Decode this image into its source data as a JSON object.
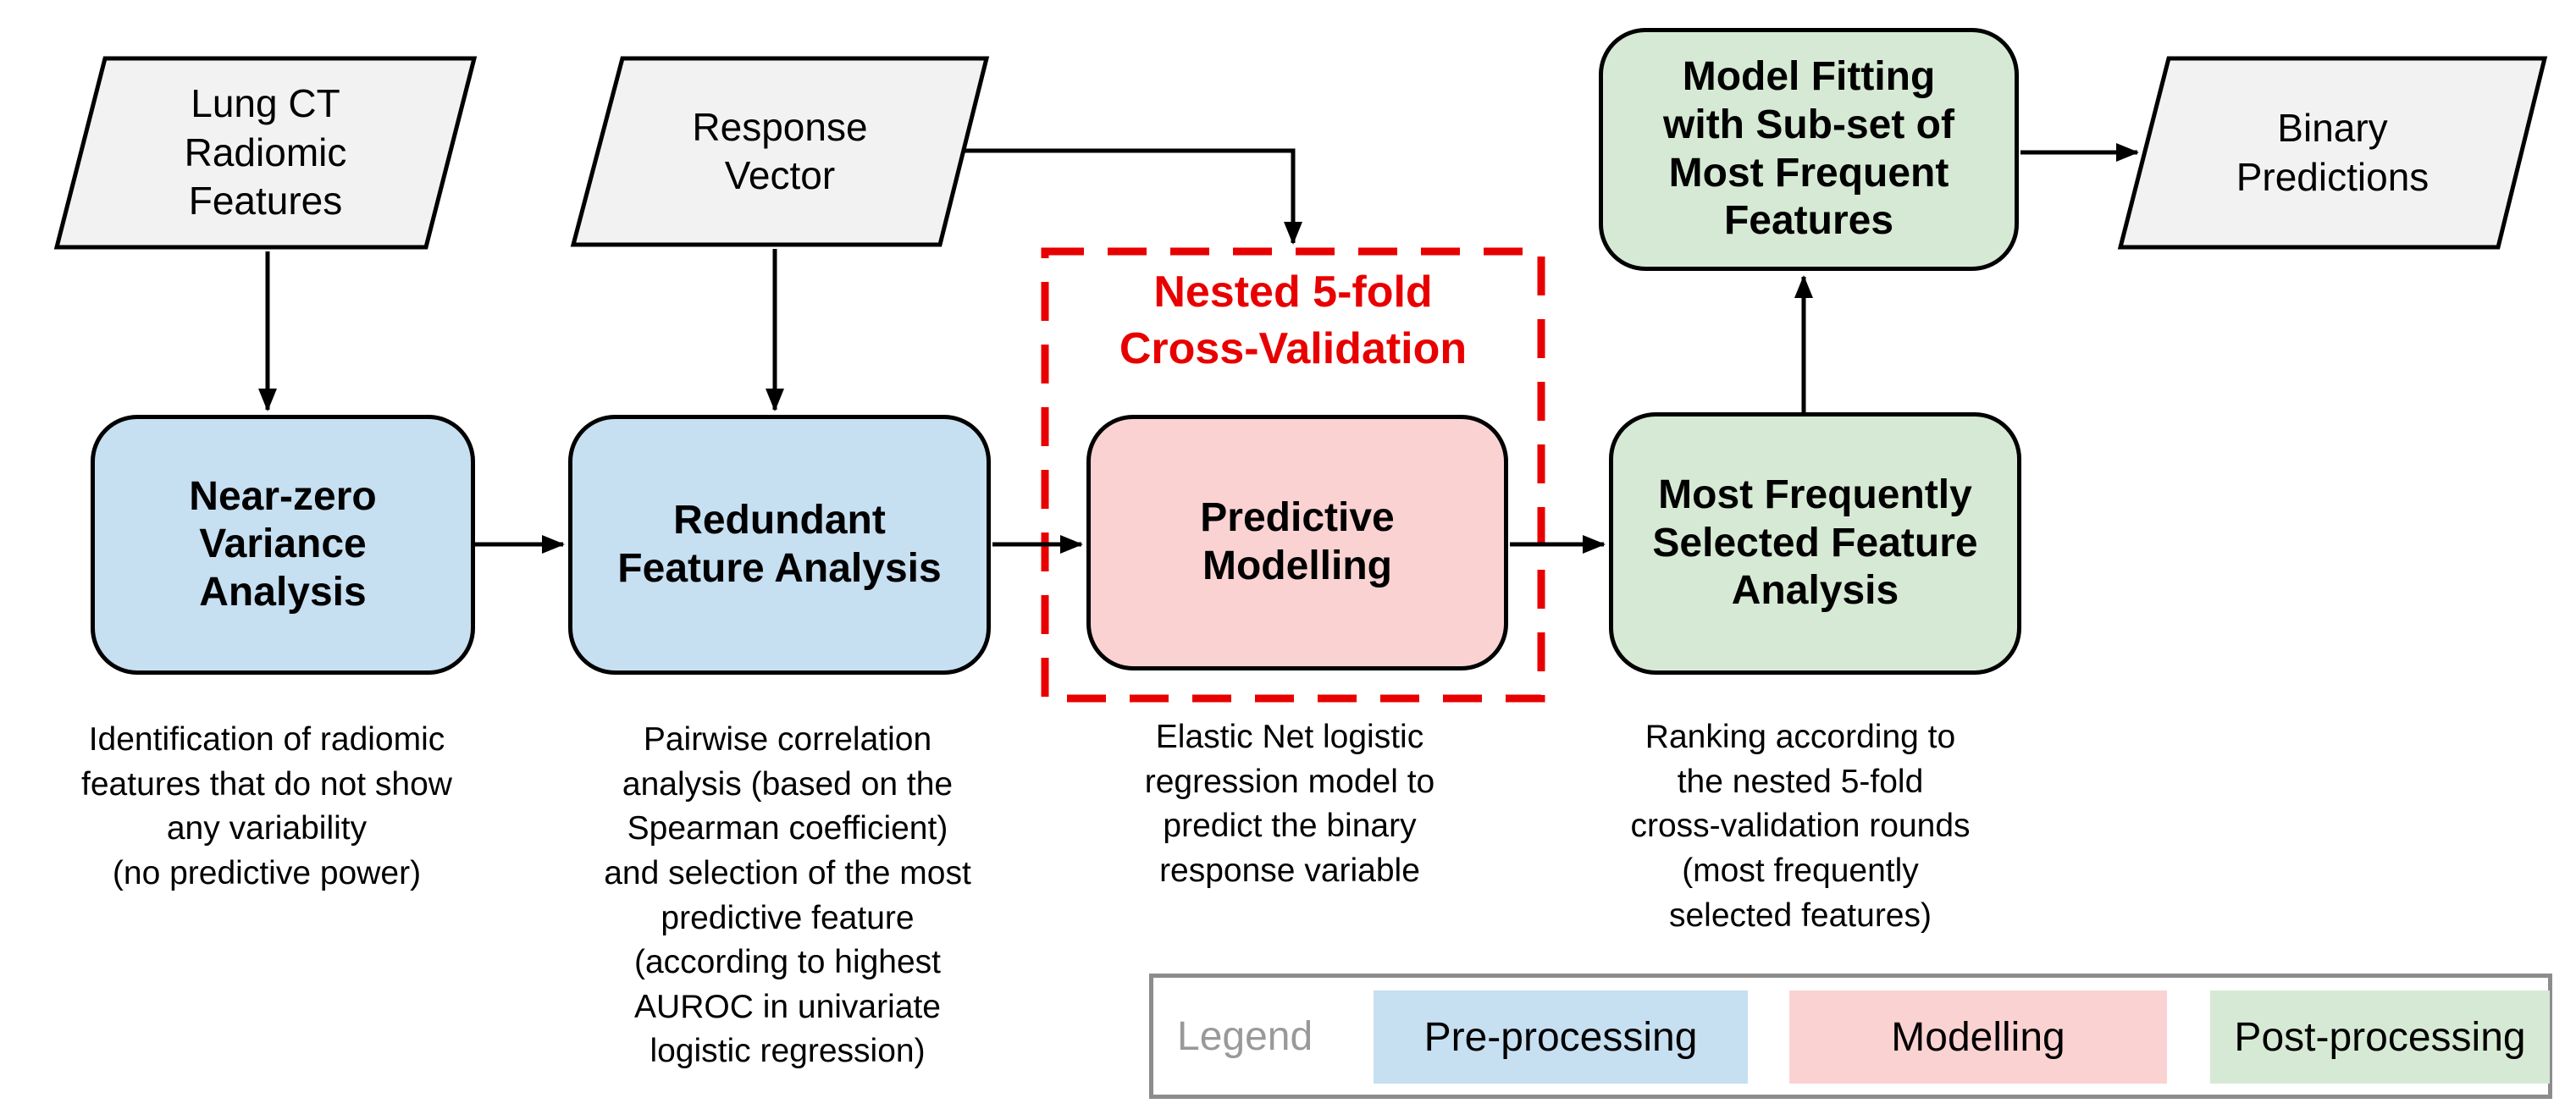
{
  "nodes": {
    "lung_ct": {
      "label": "Lung CT\nRadiomic\nFeatures"
    },
    "response_vector": {
      "label": "Response\nVector"
    },
    "near_zero": {
      "label": "Near-zero\nVariance\nAnalysis",
      "caption": "Identification of radiomic\nfeatures that do not show\nany variability\n(no predictive power)"
    },
    "redundant": {
      "label": "Redundant\nFeature Analysis",
      "caption": "Pairwise correlation\nanalysis (based on the\nSpearman coefficient)\nand selection of the most\npredictive feature\n(according to highest\nAUROC in univariate\nlogistic regression)"
    },
    "predictive": {
      "label": "Predictive\nModelling",
      "caption": "Elastic Net logistic\nregression model to\npredict the binary\nresponse variable"
    },
    "most_frequent": {
      "label": "Most Frequently\nSelected Feature\nAnalysis",
      "caption": "Ranking according to\nthe nested 5-fold\ncross-validation rounds\n(most frequently\nselected features)"
    },
    "model_fitting": {
      "label": "Model Fitting\nwith Sub-set of\nMost Frequent\nFeatures"
    },
    "binary_predictions": {
      "label": "Binary\nPredictions"
    }
  },
  "overlay": {
    "nested_cv_title": "Nested 5-fold\nCross-Validation"
  },
  "legend": {
    "title": "Legend",
    "items": [
      {
        "label": "Pre-processing",
        "color": "#C6DFF1"
      },
      {
        "label": "Modelling",
        "color": "#FBD2D2"
      },
      {
        "label": "Post-processing",
        "color": "#D6E9D4"
      }
    ]
  },
  "colors": {
    "pre_processing": "#C6DFF1",
    "modelling": "#FBD2D2",
    "post_processing": "#D6E9D4",
    "io_shape_fill": "#F2F2F2",
    "cv_red": "#E80000",
    "node_border": "#000000",
    "legend_border": "#8C8C8C",
    "legend_title_gray": "#999999"
  }
}
